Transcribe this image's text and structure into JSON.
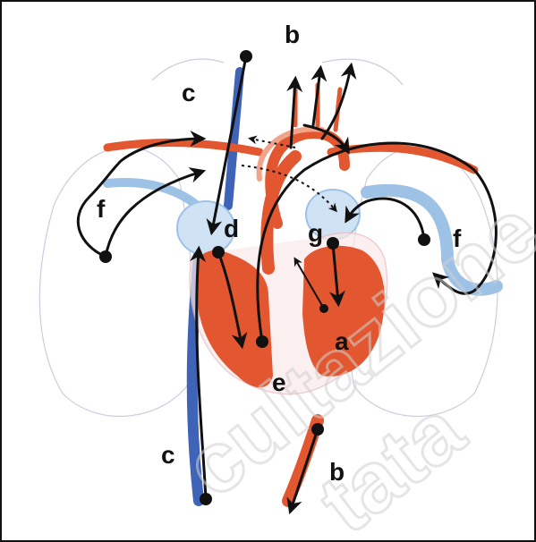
{
  "labels": {
    "b_top": "b",
    "b_bottom": "b",
    "c_top": "c",
    "c_bottom": "c",
    "d": "d",
    "g": "g",
    "f_left": "f",
    "f_right": "f",
    "a": "a",
    "e": "e"
  },
  "watermark": [
    "cultazione",
    "tata"
  ],
  "colors": {
    "artery_red": "#e2572f",
    "vein_blue": "#3f63b6",
    "atrium_blue": "#cfe3f4",
    "lung_outline": "#c9c6d8",
    "arrow": "#111111",
    "watermark": "#dcdcdc"
  }
}
